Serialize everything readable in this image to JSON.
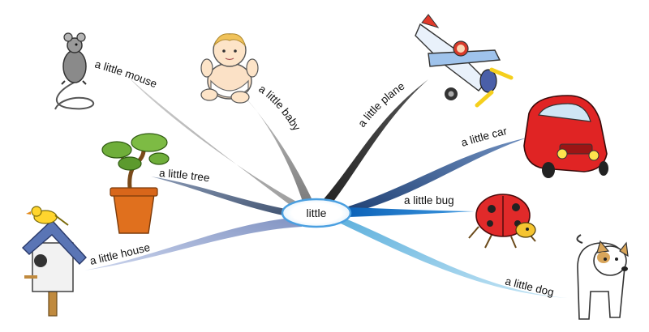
{
  "center": {
    "label": "little"
  },
  "branches": [
    {
      "id": "mouse",
      "label": "a little mouse",
      "color": "#9a9a9a",
      "icon": "mouse-icon"
    },
    {
      "id": "baby",
      "label": "a little baby",
      "color": "#8c8c8c",
      "icon": "baby-icon"
    },
    {
      "id": "plane",
      "label": "a little plane",
      "color": "#3a3a3a",
      "icon": "airplane-icon"
    },
    {
      "id": "car",
      "label": "a little car",
      "color": "#2b4f86",
      "icon": "car-icon"
    },
    {
      "id": "bug",
      "label": "a little bug",
      "color": "#1f78c8",
      "icon": "ladybug-icon"
    },
    {
      "id": "dog",
      "label": "a little dog",
      "color": "#7cc3e6",
      "icon": "dog-icon"
    },
    {
      "id": "house",
      "label": "a little house",
      "color": "#9fb0d8",
      "icon": "birdhouse-icon"
    },
    {
      "id": "tree",
      "label": "a little tree",
      "color": "#4d5f7c",
      "icon": "bonsai-tree-icon"
    }
  ]
}
